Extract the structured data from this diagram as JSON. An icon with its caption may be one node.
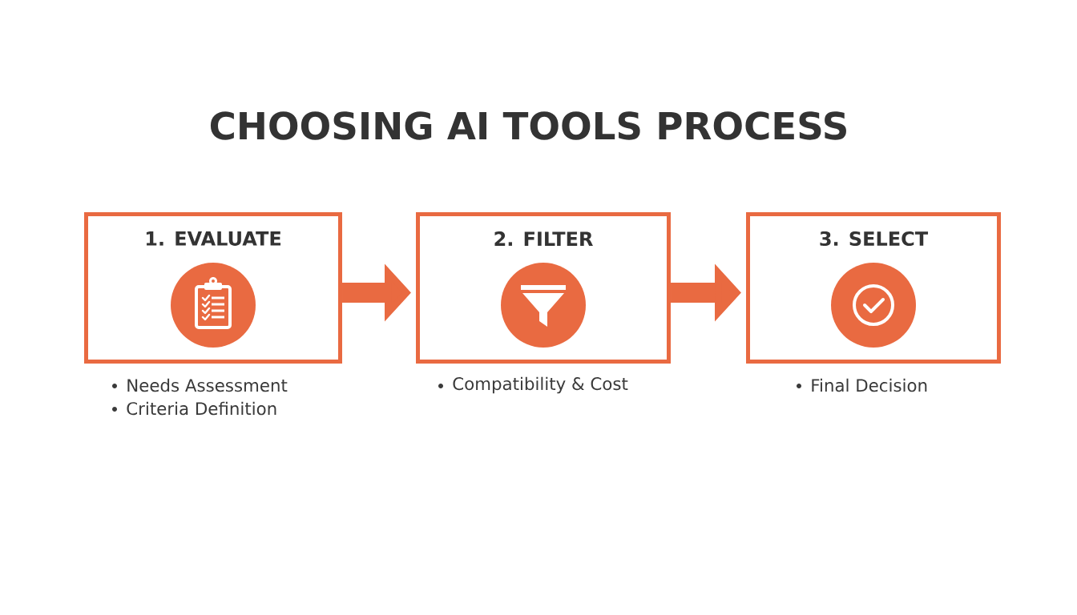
{
  "diagram": {
    "title": "CHOOSING AI TOOLS PROCESS",
    "nodes": [
      {
        "text": [
          "1. EVALUATE"
        ],
        "beside": [
          "Needs Assessment",
          "Criteria Definition"
        ]
      },
      {
        "text": [
          "2. FILTER"
        ],
        "beside": [
          "Compatibility & Cost"
        ]
      },
      {
        "text": [
          "3. SELECT"
        ],
        "beside": [
          "Final Decision"
        ]
      }
    ],
    "edges": [
      {
        "from": 0,
        "to": 1,
        "arrow": "to"
      },
      {
        "from": 1,
        "to": 2,
        "arrow": "to"
      }
    ]
  }
}
